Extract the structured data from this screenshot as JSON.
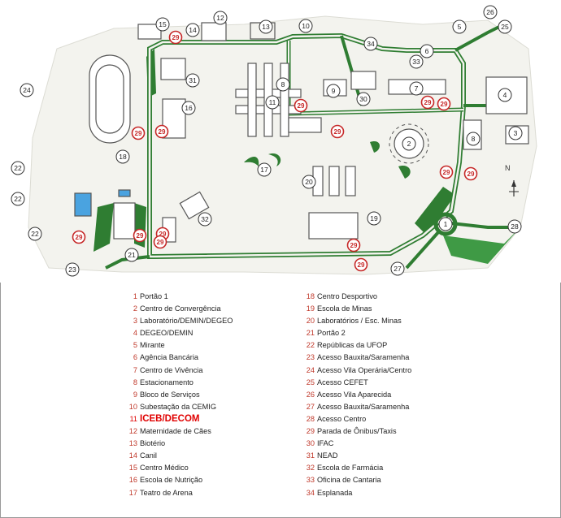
{
  "map": {
    "markers": [
      {
        "n": "1"
      },
      {
        "n": "2"
      },
      {
        "n": "3"
      },
      {
        "n": "4"
      },
      {
        "n": "5"
      },
      {
        "n": "6"
      },
      {
        "n": "7"
      },
      {
        "n": "8"
      },
      {
        "n": "8"
      },
      {
        "n": "9"
      },
      {
        "n": "10"
      },
      {
        "n": "11"
      },
      {
        "n": "12"
      },
      {
        "n": "13"
      },
      {
        "n": "14"
      },
      {
        "n": "15"
      },
      {
        "n": "16"
      },
      {
        "n": "17"
      },
      {
        "n": "18"
      },
      {
        "n": "19"
      },
      {
        "n": "20"
      },
      {
        "n": "21"
      },
      {
        "n": "22"
      },
      {
        "n": "22"
      },
      {
        "n": "22"
      },
      {
        "n": "23"
      },
      {
        "n": "24"
      },
      {
        "n": "25"
      },
      {
        "n": "26"
      },
      {
        "n": "27"
      },
      {
        "n": "28"
      },
      {
        "n": "30"
      },
      {
        "n": "31"
      },
      {
        "n": "32"
      },
      {
        "n": "33"
      },
      {
        "n": "34"
      }
    ],
    "bus_stops": [
      {
        "n": "29"
      },
      {
        "n": "29"
      },
      {
        "n": "29"
      },
      {
        "n": "29"
      },
      {
        "n": "29"
      },
      {
        "n": "29"
      },
      {
        "n": "29"
      },
      {
        "n": "29"
      },
      {
        "n": "29"
      },
      {
        "n": "29"
      },
      {
        "n": "29"
      },
      {
        "n": "29"
      },
      {
        "n": "29"
      },
      {
        "n": "29"
      },
      {
        "n": "29"
      }
    ],
    "compass": "N",
    "colors": {
      "road": "#2f7d32",
      "stop": "#c62828",
      "building": "#555555",
      "ground": "#f3f3ee"
    }
  },
  "legend": {
    "left": [
      {
        "n": "1",
        "label": "Portão 1"
      },
      {
        "n": "2",
        "label": "Centro de Convergência"
      },
      {
        "n": "3",
        "label": "Laboratório/DEMIN/DEGEO"
      },
      {
        "n": "4",
        "label": "DEGEO/DEMIN"
      },
      {
        "n": "5",
        "label": "Mirante"
      },
      {
        "n": "6",
        "label": "Agência Bancária"
      },
      {
        "n": "7",
        "label": "Centro de Vivência"
      },
      {
        "n": "8",
        "label": "Estacionamento"
      },
      {
        "n": "9",
        "label": "Bloco de Serviços"
      },
      {
        "n": "10",
        "label": "Subestação da CEMIG"
      },
      {
        "n": "11",
        "label": "ICEB/DECOM",
        "highlight": true
      },
      {
        "n": "12",
        "label": "Maternidade de Cães"
      },
      {
        "n": "13",
        "label": "Biotério"
      },
      {
        "n": "14",
        "label": "Canil"
      },
      {
        "n": "15",
        "label": "Centro Médico"
      },
      {
        "n": "16",
        "label": "Escola de Nutrição"
      },
      {
        "n": "17",
        "label": "Teatro de Arena"
      }
    ],
    "right": [
      {
        "n": "18",
        "label": "Centro Desportivo"
      },
      {
        "n": "19",
        "label": "Escola de Minas"
      },
      {
        "n": "20",
        "label": "Laboratórios / Esc. Minas"
      },
      {
        "n": "21",
        "label": "Portão 2"
      },
      {
        "n": "22",
        "label": "Repúblicas da UFOP"
      },
      {
        "n": "23",
        "label": "Acesso Bauxita/Saramenha"
      },
      {
        "n": "24",
        "label": "Acesso Vila Operária/Centro"
      },
      {
        "n": "25",
        "label": "Acesso CEFET"
      },
      {
        "n": "26",
        "label": "Acesso Vila Aparecida"
      },
      {
        "n": "27",
        "label": "Acesso Bauxita/Saramenha"
      },
      {
        "n": "28",
        "label": "Acesso Centro"
      },
      {
        "n": "29",
        "label": "Parada de Ônibus/Taxis"
      },
      {
        "n": "30",
        "label": "IFAC"
      },
      {
        "n": "31",
        "label": "NEAD"
      },
      {
        "n": "32",
        "label": "Escola de Farmácia"
      },
      {
        "n": "33",
        "label": "Oficina de Cantaria"
      },
      {
        "n": "34",
        "label": "Esplanada"
      }
    ]
  }
}
